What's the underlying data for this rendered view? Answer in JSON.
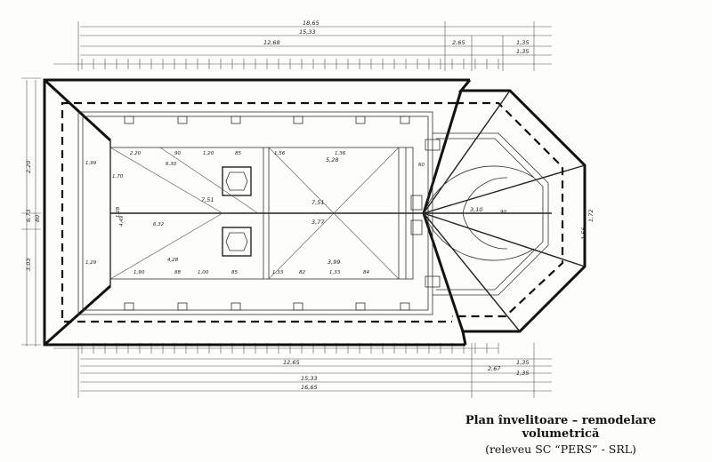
{
  "caption": {
    "title": "Plan învelitoare – remodelare volumetrică",
    "subtitle": "(releveu SC “PERS” - SRL)"
  },
  "dimensions": {
    "top_overall": "18,65",
    "top_overall_2": "15,33",
    "top_left_part": "12,68",
    "top_right_part": "2,65",
    "top_right_1": "1,35",
    "top_right_2": "1,35",
    "bottom_overall": "16,65",
    "bottom_overall_2": "15,33",
    "bottom_mid": "12,65",
    "bottom_right_1": "2,67",
    "bottom_right_2": "1,35",
    "bottom_right_3": "1,35",
    "left_total": "6,73",
    "left_upper": "2,20",
    "left_lower": "3,03",
    "left_mid": "80",
    "nave_diag": "7,51",
    "nave_mid": "3,77",
    "nave_len_top": "5,28",
    "nave_len_bot": "3,99",
    "apse_radius": "3,10",
    "apse_side_r1": "1,72",
    "apse_side_r2": "1,56"
  },
  "labels": {
    "a1": "2,20",
    "a2": "90",
    "a3": "1,20",
    "a4": "85",
    "a5": "6,30",
    "a6": "1,36",
    "a7": "1,56",
    "a8": "4,28",
    "a9": "1,90",
    "a10": "88",
    "a11": "1,00",
    "a12": "85",
    "a13": "1,99",
    "a14": "1,29",
    "a15": "4,49",
    "a16": "1,70",
    "a17": "1,33",
    "a18": "82",
    "a19": "1,33",
    "a20": "84",
    "a21": "60",
    "a22": "90",
    "a23": "1,28",
    "a24": "6,32"
  }
}
